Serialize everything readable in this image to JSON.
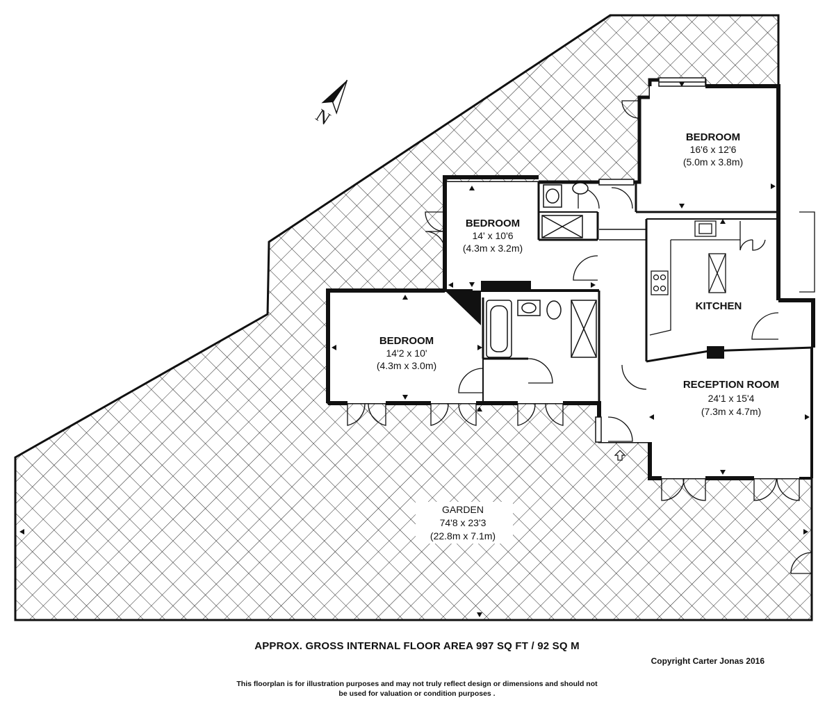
{
  "plan": {
    "rooms": [
      {
        "key": "bedroom_ne",
        "name": "BEDROOM",
        "imperial": "16'6 x 12'6",
        "metric": "(5.0m x 3.8m)"
      },
      {
        "key": "bedroom_mid",
        "name": "BEDROOM",
        "imperial": "14' x 10'6",
        "metric": "(4.3m x 3.2m)"
      },
      {
        "key": "bedroom_sw",
        "name": "BEDROOM",
        "imperial": "14'2 x 10'",
        "metric": "(4.3m x 3.0m)"
      },
      {
        "key": "kitchen",
        "name": "KITCHEN",
        "imperial": "",
        "metric": ""
      },
      {
        "key": "reception",
        "name": "RECEPTION ROOM",
        "imperial": "24'1 x 15'4",
        "metric": "(7.3m x 4.7m)"
      },
      {
        "key": "garden",
        "name": "GARDEN",
        "imperial": "74'8 x 23'3",
        "metric": "(22.8m x 7.1m)"
      }
    ],
    "compass": {
      "letter": "N",
      "icon": "north-arrow-icon"
    },
    "colors": {
      "wall": "#111111",
      "hatch": "#222222",
      "background": "#ffffff"
    }
  },
  "footer": {
    "area": "APPROX. GROSS INTERNAL FLOOR AREA 997 SQ FT / 92 SQ M",
    "copyright": "Copyright Carter Jonas 2016",
    "disclaimer_line1": "This floorplan is for illustration purposes and may not truly reflect design or dimensions and should not",
    "disclaimer_line2": "be used for valuation or condition purposes ."
  }
}
